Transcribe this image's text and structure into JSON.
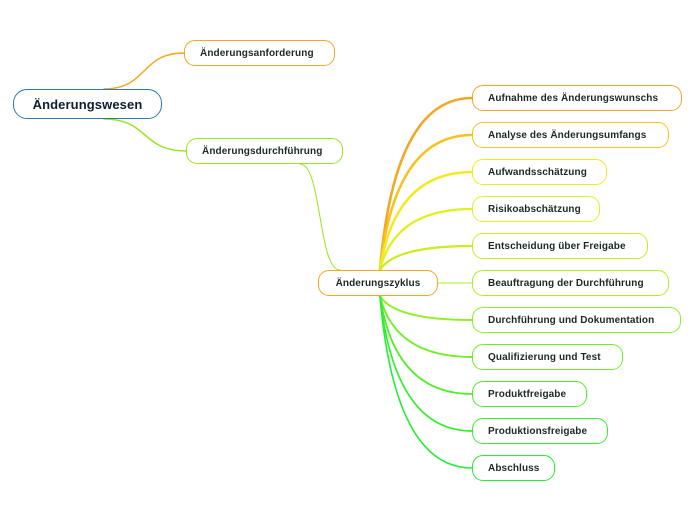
{
  "colors": {
    "root_border": "#2a7ab0",
    "orange": "#f5a623",
    "yellow_green": "#b5e61d",
    "green": "#22ee22"
  },
  "root": {
    "label": "Änderungswesen"
  },
  "branches": [
    {
      "id": "anforderung",
      "label": "Änderungsanforderung",
      "color": "#f5a623"
    },
    {
      "id": "durchfuehrung",
      "label": "Änderungsdurchführung",
      "color": "#99e61f"
    }
  ],
  "zyklus": {
    "label": "Änderungszyklus",
    "color": "#f5a623",
    "steps": [
      {
        "label": "Aufnahme des Änderungswunschs",
        "color": "#f5a623"
      },
      {
        "label": "Analyse des Änderungsumfangs",
        "color": "#f7c21e"
      },
      {
        "label": "Aufwandsschätzung",
        "color": "#f2e91f"
      },
      {
        "label": "Risikoabschätzung",
        "color": "#e1f021"
      },
      {
        "label": "Entscheidung über Freigabe",
        "color": "#c6ef22"
      },
      {
        "label": "Beauftragung der Durchführung",
        "color": "#abef23"
      },
      {
        "label": "Durchführung und Dokumentation",
        "color": "#8def24"
      },
      {
        "label": "Qualifizierung und Test",
        "color": "#6fef25"
      },
      {
        "label": "Produktfreigabe",
        "color": "#4fef26"
      },
      {
        "label": "Produktionsfreigabe",
        "color": "#35ef2c"
      },
      {
        "label": "Abschluss",
        "color": "#22ee33"
      }
    ]
  }
}
